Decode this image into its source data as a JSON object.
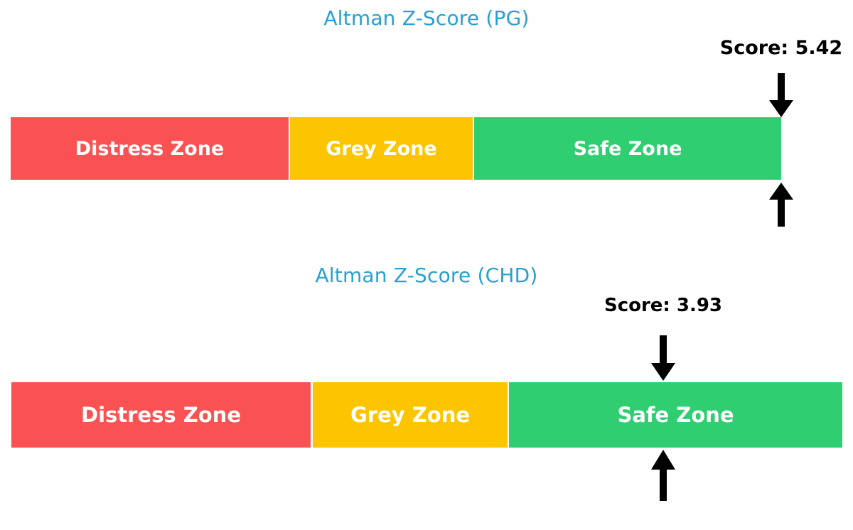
{
  "figure": {
    "background_color": "#ffffff",
    "title_color": "#2a9fd0",
    "marker_color": "#000000"
  },
  "palette": {
    "distress": "#fa5252",
    "grey": "#fdc500",
    "safe": "#2ece71",
    "label_text": "#ffffff"
  },
  "charts": [
    {
      "id": "pg",
      "title": "Altman Z-Score (PG)",
      "score_label": "Score: 5.42",
      "score_value": 5.42,
      "zones": [
        {
          "name": "distress",
          "label": "Distress Zone",
          "color": "#fa5252"
        },
        {
          "name": "grey",
          "label": "Grey Zone",
          "color": "#fdc500"
        },
        {
          "name": "safe",
          "label": "Safe Zone",
          "color": "#2ece71"
        }
      ],
      "marker_down_icon": "arrow-down-icon",
      "marker_up_icon": "arrow-up-icon"
    },
    {
      "id": "chd",
      "title": "Altman Z-Score (CHD)",
      "score_label": "Score: 3.93",
      "score_value": 3.93,
      "zones": [
        {
          "name": "distress",
          "label": "Distress Zone",
          "color": "#fa5252"
        },
        {
          "name": "grey",
          "label": "Grey Zone",
          "color": "#fdc500"
        },
        {
          "name": "safe",
          "label": "Safe Zone",
          "color": "#2ece71"
        }
      ],
      "marker_down_icon": "arrow-down-icon",
      "marker_up_icon": "arrow-up-icon"
    }
  ],
  "chart_data": [
    {
      "type": "bar",
      "title": "Altman Z-Score (PG)",
      "orientation": "horizontal",
      "xlabel": "",
      "ylabel": "",
      "categories": [
        "Distress Zone",
        "Grey Zone",
        "Safe Zone"
      ],
      "values": [
        1.81,
        1.18,
        2.0
      ],
      "segment_colors": [
        "#fa5252",
        "#fdc500",
        "#2ece71"
      ],
      "xlim": [
        0,
        5.42
      ],
      "grid": false,
      "legend": "none",
      "annotations": [
        {
          "text": "Score: 5.42",
          "value": 5.42,
          "marker": "arrow",
          "position": "top-and-bottom"
        }
      ]
    },
    {
      "type": "bar",
      "title": "Altman Z-Score (CHD)",
      "orientation": "horizontal",
      "xlabel": "",
      "ylabel": "",
      "categories": [
        "Distress Zone",
        "Grey Zone",
        "Safe Zone"
      ],
      "values": [
        1.81,
        1.18,
        2.01
      ],
      "segment_colors": [
        "#fa5252",
        "#fdc500",
        "#2ece71"
      ],
      "xlim": [
        0,
        5.0
      ],
      "grid": false,
      "legend": "none",
      "annotations": [
        {
          "text": "Score: 3.93",
          "value": 3.93,
          "marker": "arrow",
          "position": "top-and-bottom"
        }
      ]
    }
  ]
}
